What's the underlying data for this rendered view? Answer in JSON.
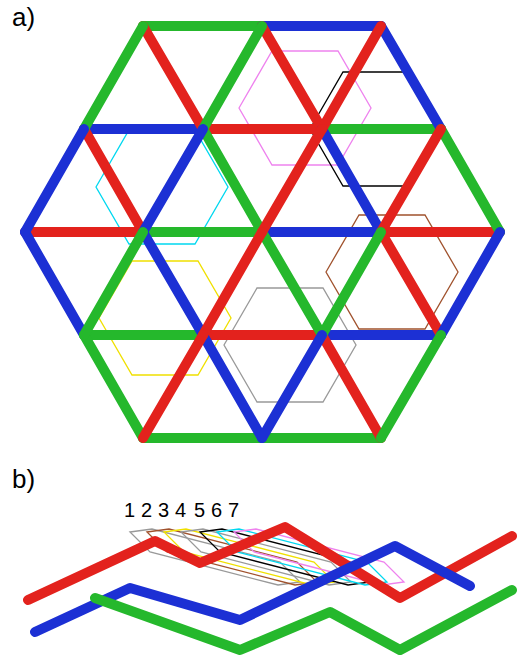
{
  "diagram": {
    "labels": [
      "a)",
      "b)",
      "1",
      "2",
      "3",
      "4",
      "5",
      "6",
      "7"
    ]
  }
}
